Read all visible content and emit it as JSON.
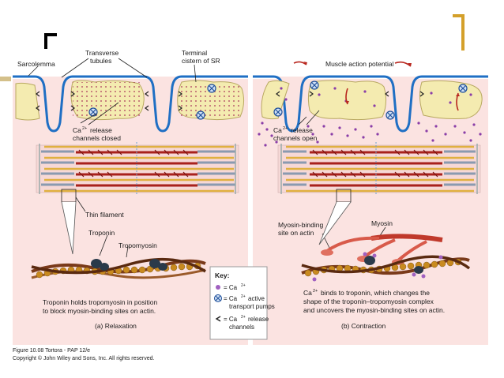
{
  "labels": {
    "sarcolemma": "Sarcolemma",
    "transverse_tubules_1": "Transverse",
    "transverse_tubules_2": "tubules",
    "terminal_cistern_1": "Terminal",
    "terminal_cistern_2": "cistern of SR",
    "muscle_action_potential": "Muscle action potential",
    "ca_release_closed_1a": "Ca",
    "ca_release_closed_1b": "release",
    "ca_release_closed_2": "channels closed",
    "ca_release_open_1a": "Ca",
    "ca_release_open_1b": "release",
    "ca_release_open_2": "channels open",
    "superscript": "2+",
    "thin_filament": "Thin filament",
    "troponin": "Troponin",
    "tropomyosin": "Tropomyosin",
    "myosin_binding_site_1": "Myosin-binding",
    "myosin_binding_site_2": "site on actin",
    "myosin": "Myosin"
  },
  "captions": {
    "relaxation_1": "Troponin holds tropomyosin in position",
    "relaxation_2": "to block myosin-binding sites on actin.",
    "relaxation_title": "(a) Relaxation",
    "contraction_1a": "Ca",
    "contraction_1b": "binds to troponin, which changes the",
    "contraction_2": "shape of the troponin–tropomyosin complex",
    "contraction_3": "and uncovers the myosin-binding sites on actin.",
    "contraction_title": "(b) Contraction"
  },
  "key": {
    "title": "Key:",
    "ca_label": "= Ca",
    "pump_label_1": "= Ca",
    "pump_label_1b": "active",
    "pump_label_2": "transport pumps",
    "channel_label_1": "= Ca",
    "channel_label_1b": "release",
    "channel_label_2": "channels",
    "superscript": "2+"
  },
  "footer": {
    "line1": "Figure 10.08  Tortora - PAP 12/e",
    "line2": "Copyright © John Wiley and Sons, Inc. All rights reserved."
  },
  "colors": {
    "panel_bg": "#fbe3e1",
    "sarcolemma": "#1f6fc4",
    "sr": "#f4ebb0",
    "calcium": "#8a3ea8",
    "actin": "#c98a1f",
    "tropomyosin": "#7a3a1a",
    "troponin": "#2a3a4a",
    "myosin": "#c0392b",
    "accent_gold": "#d4a02a",
    "bracket_black": "#000000"
  }
}
